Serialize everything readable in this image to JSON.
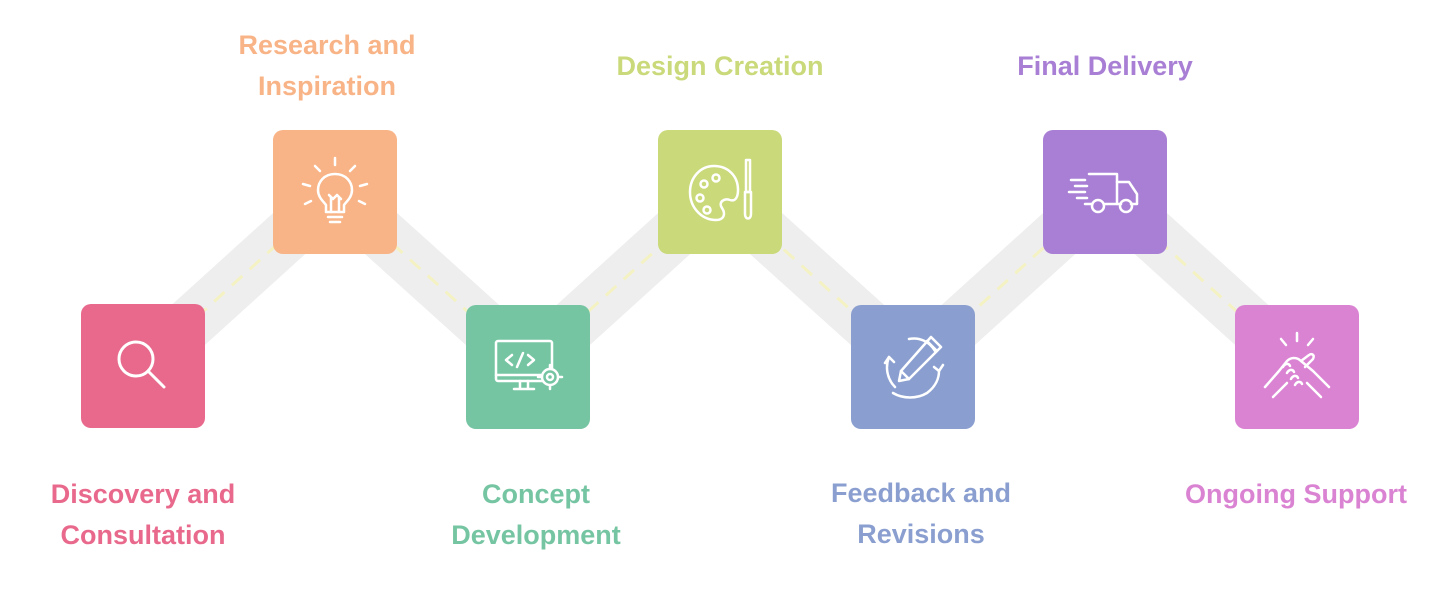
{
  "steps": [
    {
      "label_line1": "Discovery and",
      "label_line2": "Consultation",
      "color": "#e8698c",
      "icon": "magnifier-icon"
    },
    {
      "label_line1": "Research and",
      "label_line2": "Inspiration",
      "color": "#f8b487",
      "icon": "lightbulb-icon"
    },
    {
      "label_line1": "Concept",
      "label_line2": "Development",
      "color": "#75c5a3",
      "icon": "code-monitor-icon"
    },
    {
      "label_line1": "Design Creation",
      "label_line2": "",
      "color": "#cad97a",
      "icon": "palette-icon"
    },
    {
      "label_line1": "Feedback and",
      "label_line2": "Revisions",
      "color": "#8a9fd0",
      "icon": "pencil-refresh-icon"
    },
    {
      "label_line1": "Final Delivery",
      "label_line2": "",
      "color": "#a87fd4",
      "icon": "delivery-truck-icon"
    },
    {
      "label_line1": "Ongoing Support",
      "label_line2": "",
      "color": "#da83d2",
      "icon": "handshake-icon"
    }
  ],
  "road_color": "#eeeeee",
  "road_dash_color": "#f4f2c2"
}
